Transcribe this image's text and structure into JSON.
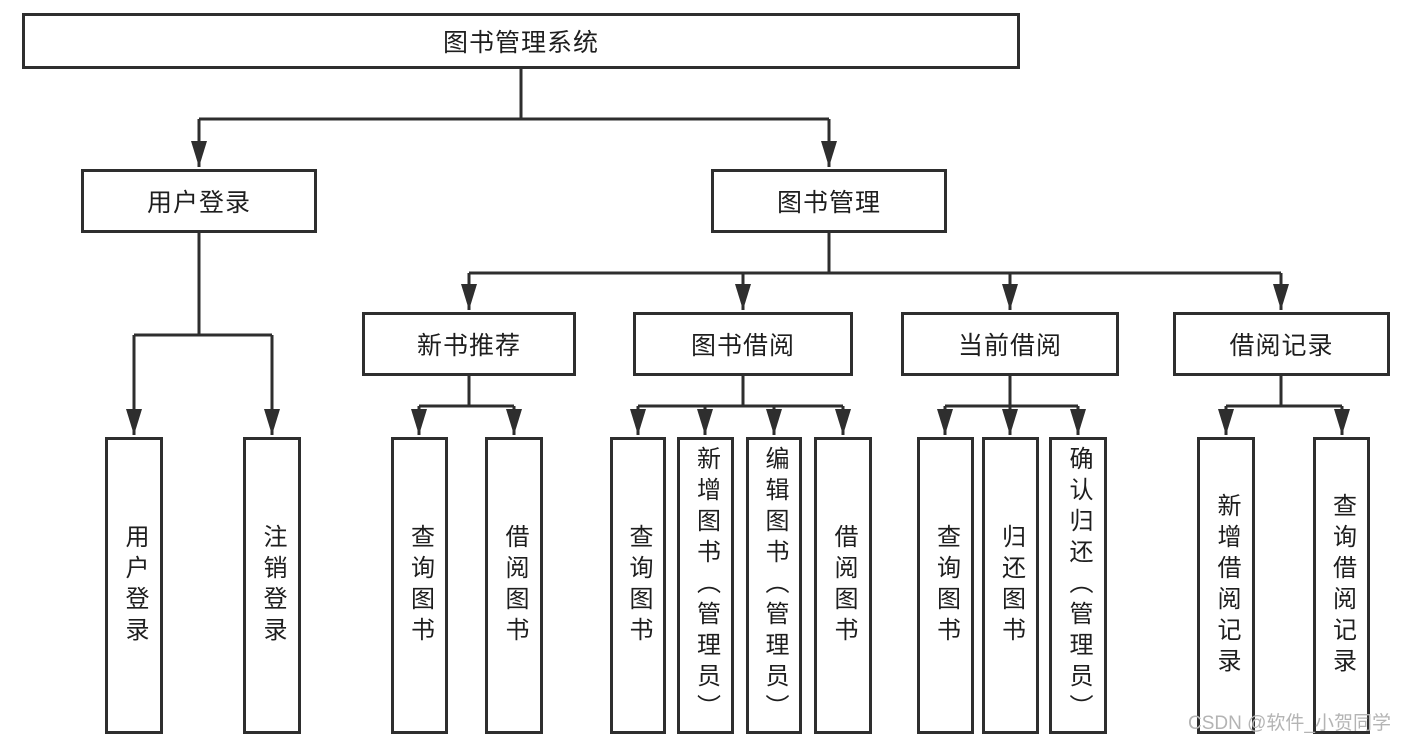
{
  "diagram_title": "图书管理系统",
  "tree": {
    "root": {
      "label": "图书管理系统"
    },
    "branches": [
      {
        "label": "用户登录",
        "children": [
          {
            "label": "用户登录"
          },
          {
            "label": "注销登录"
          }
        ]
      },
      {
        "label": "图书管理",
        "children": [
          {
            "label": "新书推荐",
            "children": [
              {
                "label": "查询图书"
              },
              {
                "label": "借阅图书"
              }
            ]
          },
          {
            "label": "图书借阅",
            "children": [
              {
                "label": "查询图书"
              },
              {
                "label": "新增图书（管理员）"
              },
              {
                "label": "编辑图书（管理员）"
              },
              {
                "label": "借阅图书"
              }
            ]
          },
          {
            "label": "当前借阅",
            "children": [
              {
                "label": "查询图书"
              },
              {
                "label": "归还图书"
              },
              {
                "label": "确认归还（管理员）"
              }
            ]
          },
          {
            "label": "借阅记录",
            "children": [
              {
                "label": "新增借阅记录"
              },
              {
                "label": "查询借阅记录"
              }
            ]
          }
        ]
      }
    ]
  },
  "watermark": {
    "text": "CSDN @软件_小贺同学"
  },
  "colors": {
    "line": "#2e2e2e",
    "box-bg": "#ffffff",
    "text": "#1e1e1e",
    "page-bg": "#ffffff",
    "watermark": "#b4b4b4"
  }
}
